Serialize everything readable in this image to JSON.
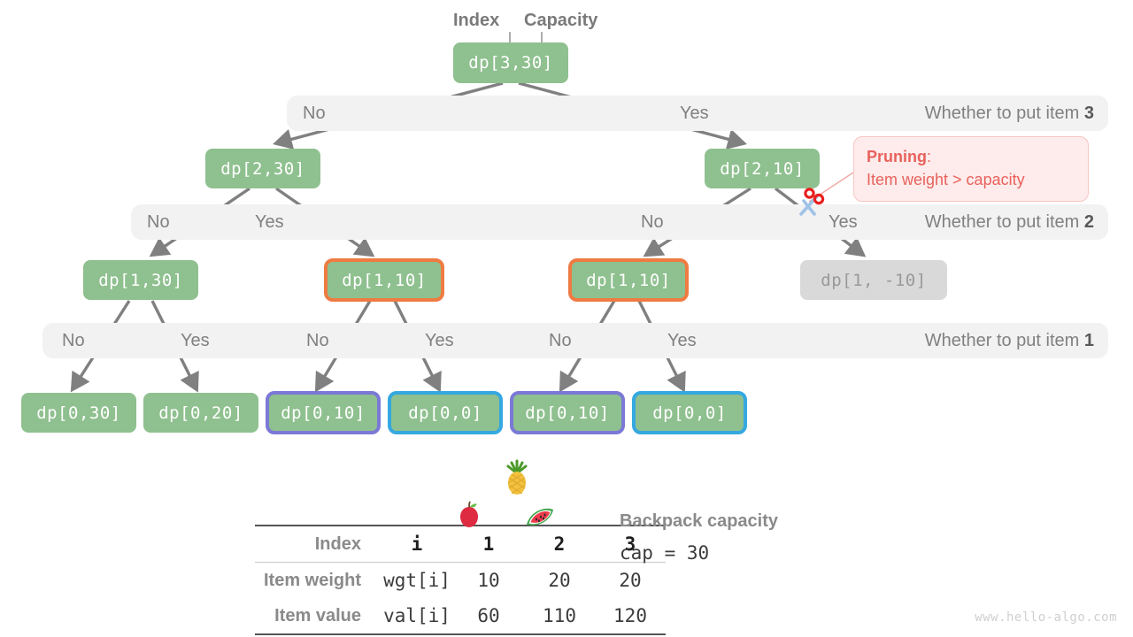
{
  "headers": {
    "index": "Index",
    "capacity": "Capacity"
  },
  "bands": [
    {
      "no": "No",
      "yes": "Yes",
      "question_prefix": "Whether to put item ",
      "question_item": "3"
    },
    {
      "no": "No",
      "yes": "Yes",
      "no2": "No",
      "yes2": "Yes",
      "question_prefix": "Whether to put item ",
      "question_item": "2"
    },
    {
      "no": "No",
      "yes": "Yes",
      "question_prefix": "Whether to put item ",
      "question_item": "1"
    }
  ],
  "nodes": {
    "root": "dp[3,30]",
    "l1_left": "dp[2,30]",
    "l1_right": "dp[2,10]",
    "l2_a": "dp[1,30]",
    "l2_b": "dp[1,10]",
    "l2_c": "dp[1,10]",
    "l2_d": "dp[1, -10]",
    "l3_a": "dp[0,30]",
    "l3_b": "dp[0,20]",
    "l3_c": "dp[0,10]",
    "l3_d": "dp[0,0]",
    "l3_e": "dp[0,10]",
    "l3_f": "dp[0,0]"
  },
  "pruning": {
    "title": "Pruning",
    "colon": ":",
    "reason": "Item weight > capacity"
  },
  "icons": {
    "scissors": "scissors-icon",
    "apple": "apple-icon",
    "watermelon": "watermelon-icon",
    "pineapple": "pineapple-icon"
  },
  "table": {
    "row_labels": [
      "Index",
      "Item weight",
      "Item value"
    ],
    "first_col": [
      "i",
      "wgt[i]",
      "val[i]"
    ],
    "index": [
      "1",
      "2",
      "3"
    ],
    "weights": [
      "10",
      "20",
      "20"
    ],
    "values": [
      "60",
      "110",
      "120"
    ]
  },
  "capacity_note": {
    "title": "Backpack capacity",
    "value": "cap = 30"
  },
  "watermark": "www.hello-algo.com",
  "colors": {
    "node_green": "#8fc08f",
    "dup_orange": "#ef7b42",
    "purple": "#7b79d6",
    "blue": "#35a8e0",
    "pruned_gray": "#d9d9d9",
    "band_gray": "#f2f2f2",
    "edge_gray": "#808080",
    "pruning_red": "#e8615c"
  }
}
